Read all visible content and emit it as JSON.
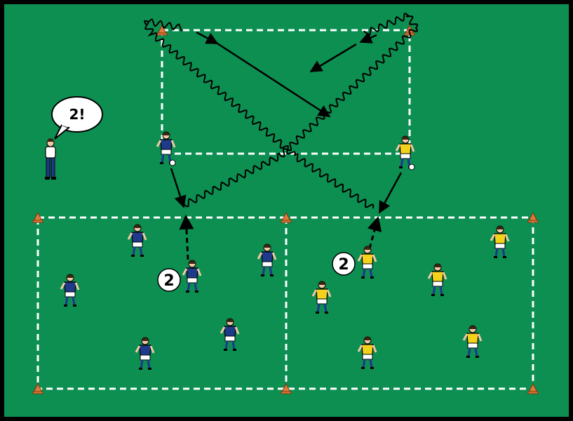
{
  "diagram": {
    "colors": {
      "pitch": "#0d8f51",
      "border": "#000000",
      "lines": "#ffffff",
      "cone": "#e07a3a",
      "team_blue_shirt": "#1f3a8a",
      "team_yellow_shirt": "#f2d21b",
      "shorts_white": "#ffffff",
      "coach_shirt": "#ffffff",
      "coach_trousers": "#1f3a8a"
    },
    "coach_callout": {
      "text": "2!"
    },
    "zone_labels": [
      {
        "id": "left-zone",
        "text": "2"
      },
      {
        "id": "right-zone",
        "text": "2"
      }
    ],
    "teams": [
      {
        "id": "blue",
        "shirt": "blue",
        "count_in_zone": 6
      },
      {
        "id": "yellow",
        "shirt": "yellow",
        "count_in_zone": 6
      }
    ],
    "legend_icons": [
      "cone-icon",
      "player-icon",
      "ball-icon",
      "dribble-path-icon",
      "pass-arrow-icon",
      "run-arrow-icon"
    ]
  }
}
